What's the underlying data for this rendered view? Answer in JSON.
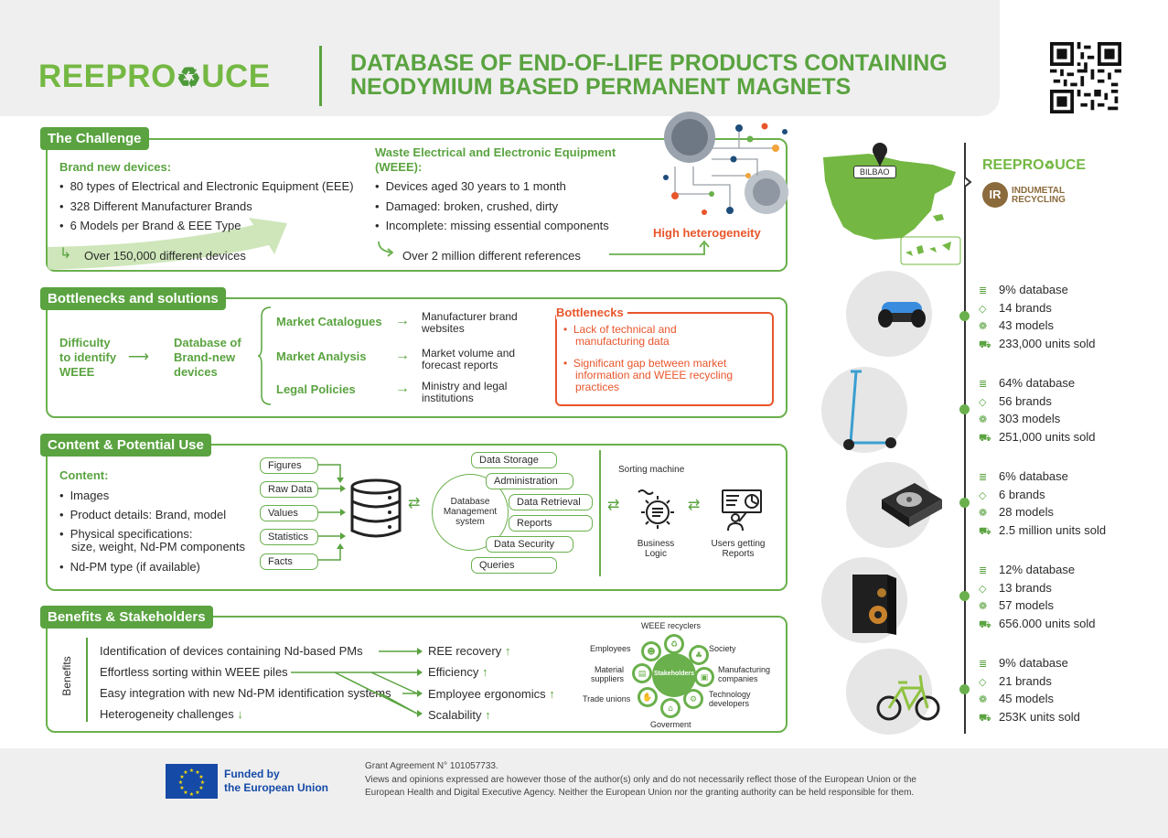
{
  "header": {
    "logo": "REEPRODUCE",
    "logo_parts": [
      "REEPRO",
      "UCE"
    ],
    "title_line1": "DATABASE OF END-OF-LIFE PRODUCTS CONTAINING",
    "title_line2": "NEODYMIUM BASED PERMANENT MAGNETS",
    "qr_icon": "qr-code-icon"
  },
  "challenge": {
    "label": "The Challenge",
    "brand_new": {
      "heading": "Brand new devices:",
      "items": [
        "80 types of Electrical and Electronic Equipment (EEE)",
        "328 Different Manufacturer Brands",
        "6 Models per Brand & EEE Type"
      ],
      "result": "Over 150,000 different devices"
    },
    "weee": {
      "heading_line1": "Waste Electrical and Electronic Equipment",
      "heading_line2": "(WEEE):",
      "items": [
        "Devices aged 30 years to 1 month",
        "Damaged: broken, crushed, dirty",
        "Incomplete: missing essential components"
      ],
      "result": "Over 2 million different references"
    },
    "heterogeneity": "High heterogeneity"
  },
  "map": {
    "city": "BILBAO",
    "partner1": "REEPRODUCE",
    "partner2_abbr": "IR",
    "partner2_line1": "INDUMETAL",
    "partner2_line2": "RECYCLING"
  },
  "bottlenecks": {
    "label": "Bottlenecks and solutions",
    "difficulty": [
      "Difficulty",
      "to identify",
      "WEEE"
    ],
    "database": [
      "Database of",
      "Brand-new",
      "devices"
    ],
    "sources": [
      {
        "name": "Market Catalogues",
        "target": [
          "Manufacturer brand",
          "websites"
        ]
      },
      {
        "name": "Market Analysis",
        "target": [
          "Market volume and",
          "forecast reports"
        ]
      },
      {
        "name": "Legal Policies",
        "target": [
          "Ministry and legal",
          "institutions"
        ]
      }
    ],
    "box_title": "Bottlenecks",
    "box_items": [
      [
        "Lack of technical and",
        "manufacturing data"
      ],
      [
        "Significant gap between market",
        "information and WEEE recycling",
        "practices"
      ]
    ]
  },
  "content": {
    "label": "Content & Potential Use",
    "heading": "Content:",
    "items": [
      "Images",
      "Product details: Brand, model"
    ],
    "physical": [
      "Physical specifications:",
      "size, weight, Nd-PM components"
    ],
    "ndpm": "Nd-PM type (if available)",
    "inputs": [
      "Figures",
      "Raw Data",
      "Values",
      "Statistics",
      "Facts"
    ],
    "dbms": [
      "Database",
      "Management",
      "system"
    ],
    "functions": [
      "Data Storage",
      "Administration",
      "Data Retrieval",
      "Reports",
      "Data Security",
      "Queries"
    ],
    "sorting": "Sorting machine",
    "business_logic": [
      "Business",
      "Logic"
    ],
    "users": [
      "Users getting",
      "Reports"
    ]
  },
  "benefits": {
    "label": "Benefits & Stakeholders",
    "side_label": "Benefits",
    "items": [
      "Identification of devices containing Nd-based PMs",
      "Effortless sorting within WEEE piles",
      "Easy integration with new Nd-PM identification systems",
      "Heterogeneity challenges"
    ],
    "results": [
      "REE recovery",
      "Efficiency",
      "Employee ergonomics",
      "Scalability"
    ],
    "stakeholders": {
      "center": "Stakeholders",
      "top": "WEEE recyclers",
      "left": [
        "Employees",
        "Material suppliers",
        "Trade unions"
      ],
      "right": [
        "Society",
        "Manufacturing companies",
        "Technology developers"
      ],
      "bottom": "Goverment"
    }
  },
  "products": [
    {
      "name": "hoverboard",
      "database": "9% database",
      "brands": "14 brands",
      "models": "43 models",
      "units": "233,000 units sold"
    },
    {
      "name": "e-scooter",
      "database": "64% database",
      "brands": "56 brands",
      "models": "303 models",
      "units": "251,000 units sold"
    },
    {
      "name": "hard-drive",
      "database": "6% database",
      "brands": "6 brands",
      "models": "28 models",
      "units": "2.5 million units sold"
    },
    {
      "name": "speaker",
      "database": "12% database",
      "brands": "13 brands",
      "models": "57 models",
      "units": "656.000 units sold"
    },
    {
      "name": "e-bike",
      "database": "9% database",
      "brands": "21 brands",
      "models": "45 models",
      "units": "253K units sold"
    }
  ],
  "footer": {
    "funded_line1": "Funded by",
    "funded_line2": "the European Union",
    "grant": "Grant Agreement N° 101057733.",
    "disclaimer1": "Views and opinions expressed are however those of the author(s) only and do not necessarily reflect those of the European Union or the",
    "disclaimer2": "European Health and Digital Executive Agency. Neither the European Union nor the granting authority can be held responsible for them."
  },
  "colors": {
    "green": "#5aa340",
    "light_green": "#74b843",
    "orange": "#e8552b",
    "grey": "#efefef",
    "eu_blue": "#154aa7"
  }
}
